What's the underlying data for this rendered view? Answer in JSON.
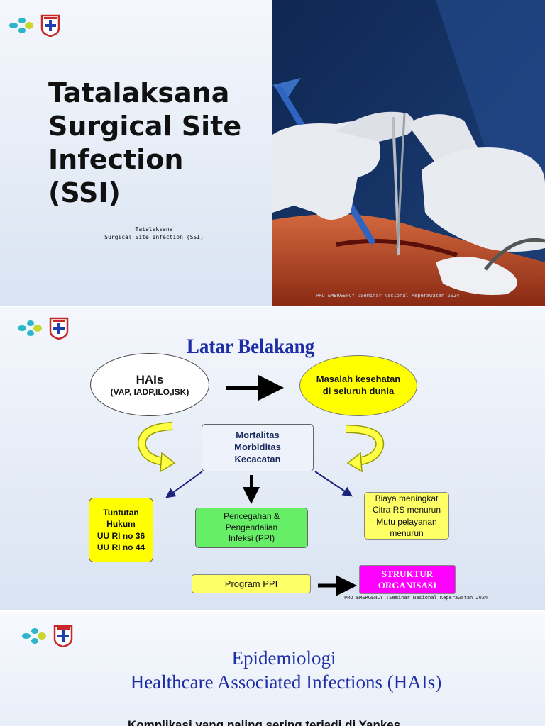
{
  "slide1": {
    "title_lines": [
      "Tatalaksana",
      "Surgical Site",
      "Infection",
      "(SSI)"
    ],
    "subtitle_lines": [
      "Tatalaksana",
      "Surgical Site Infection (SSI)"
    ],
    "footer": "PRO EMERGENCY :Seminar Nasional Keperawatan 2024"
  },
  "slide2": {
    "title": "Latar Belakang",
    "hais": {
      "main": "HAIs",
      "detail": "(VAP, IADP,ILO,ISK)"
    },
    "masalah": [
      "Masalah kesehatan",
      "di seluruh dunia"
    ],
    "mortalitas": [
      "Mortalitas",
      "Morbiditas",
      "Kecacatan"
    ],
    "tuntutan": [
      "Tuntutan",
      "Hukum",
      "UU RI no 36",
      "UU RI no 44"
    ],
    "pencegahan": [
      "Pencegahan &",
      "Pengendalian",
      "Infeksi (PPI)"
    ],
    "biaya": [
      "Biaya meningkat",
      "Citra RS menurun",
      "Mutu pelayanan",
      "menurun"
    ],
    "program": "Program PPI",
    "struktur": [
      "STRUKTUR",
      "ORGANISASI"
    ],
    "footer": "PRO EMERGENCY :Seminar Nasional Keperawatan 2024"
  },
  "slide3": {
    "title_line1": "Epidemiologi",
    "title_line2": "Healthcare Associated Infections (HAIs)",
    "body": "Komplikasi yang paling sering terjadi di Yankes"
  },
  "colors": {
    "title_blue": "#1d2ea6",
    "yellow": "#ffff00",
    "green": "#66ee66",
    "magenta": "#ff00ff",
    "arrow_navy": "#1a237e"
  },
  "icons": [
    "kemenkes-logo-icon",
    "hospital-emblem-icon"
  ]
}
